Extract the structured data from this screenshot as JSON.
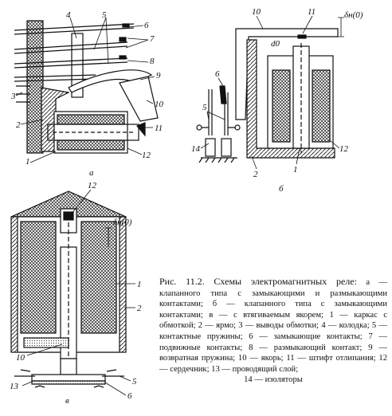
{
  "figure": {
    "panels": [
      {
        "id": "a",
        "sublabel": "а"
      },
      {
        "id": "b",
        "sublabel": "б"
      },
      {
        "id": "c",
        "sublabel": "в"
      }
    ],
    "labels": {
      "a": [
        "1",
        "2",
        "3",
        "4",
        "5",
        "6",
        "7",
        "8",
        "9",
        "10",
        "11",
        "12"
      ],
      "b": [
        "1",
        "2",
        "5",
        "6",
        "10",
        "11",
        "12",
        "14"
      ],
      "b_symbols": [
        "δн(0)",
        "d0"
      ],
      "c": [
        "1",
        "2",
        "5",
        "6",
        "10",
        "12",
        "13"
      ],
      "c_symbols": [
        "δн(0)"
      ]
    }
  },
  "caption": {
    "title": "Рис. 11.2. Схемы электромагнитных реле:",
    "body": "а — клапанного типа с замыкающими и размыкающими контактами; б — клапанного типа с замыкающими контактами; в — с втягиваемым якорем; 1 — каркас с обмоткой; 2 — ярмо; 3 — выводы обмотки; 4 — колодка; 5 — контактные пружины; 6 — замыкающие контакты; 7 — подвижные контакты; 8 — размыкающий контакт; 9 — возвратная пружина; 10 — якорь; 11 — штифт отлипания; 12 — сердечник; 13 — проводящий слой;",
    "last": "14 — изоляторы"
  }
}
